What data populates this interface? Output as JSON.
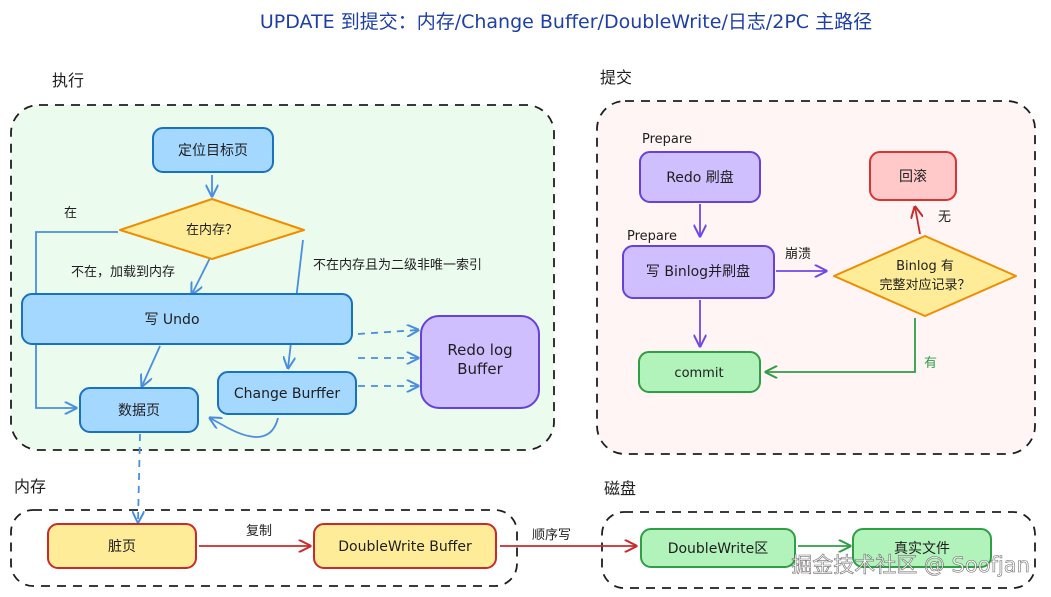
{
  "title": "UPDATE 到提交：内存/Change Buffer/DoubleWrite/日志/2PC 主路径",
  "sections": {
    "exec": "执行",
    "commit": "提交",
    "memory": "内存",
    "disk": "磁盘"
  },
  "exec": {
    "locate": "定位目标页",
    "in_memory_q": "在内存？",
    "yes_label": "在",
    "no_label": "不在，加载到内存",
    "secondary_label": "不在内存且为二级非唯一索引",
    "write_undo": "写 Undo",
    "data_page": "数据页",
    "change_buffer": "Change Burffer",
    "redo_buffer_line1": "Redo log",
    "redo_buffer_line2": "Buffer"
  },
  "commit": {
    "prepare1": "Prepare",
    "redo_flush": "Redo 刷盘",
    "prepare2": "Prepare",
    "binlog_flush": "写 Binlog并刷盘",
    "crash_label": "崩溃",
    "check_line1": "Binlog 有",
    "check_line2": "完整对应记录？",
    "none_label": "无",
    "rollback": "回滚",
    "has_label": "有",
    "commit_btn": "commit"
  },
  "memory": {
    "dirty_page": "脏页",
    "copy_label": "复制",
    "doublewrite_buffer": "DoubleWrite Buffer",
    "seq_write_label": "顺序写"
  },
  "disk": {
    "doublewrite_area": "DoubleWrite区",
    "real_file": "真实文件"
  },
  "watermark": "掘金技术社区 @ Soofjan",
  "colors": {
    "title": "#1e3fa8",
    "blue_fill": "#a5d8ff",
    "blue_stroke": "#1971c2",
    "yellow_fill": "#ffec99",
    "yellow_stroke": "#f08c00",
    "purple_fill": "#d0bfff",
    "purple_stroke": "#6741d9",
    "green_fill": "#b2f2bb",
    "green_stroke": "#2f9e44",
    "red_fill": "#ffc9c9",
    "red_stroke": "#e03131",
    "memory_fill": "#ffec99",
    "memory_stroke": "#c92a2a",
    "exec_bg": "#ebfbee",
    "commit_bg": "#fff5f5"
  }
}
